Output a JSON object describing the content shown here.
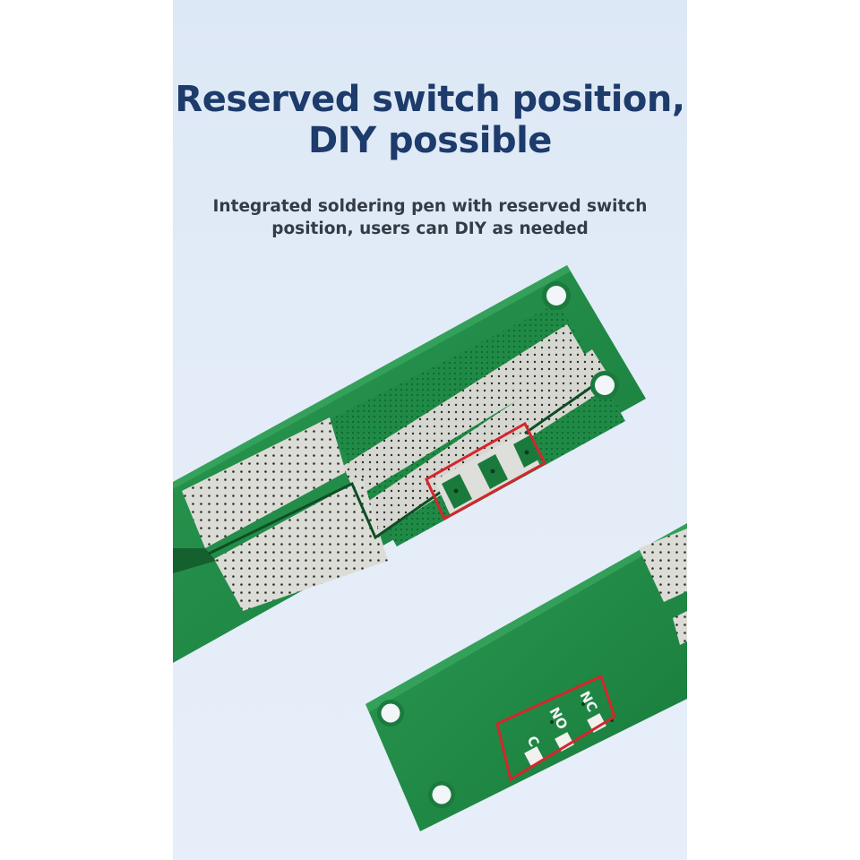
{
  "headline": {
    "line1": "Reserved switch position,",
    "line2": "DIY possible"
  },
  "subheadline": {
    "line1": "Integrated soldering pen with reserved switch",
    "line2": "position, users can DIY as needed"
  },
  "board_labels": {
    "c": "C",
    "no": "NO",
    "nc": "NC"
  },
  "colors": {
    "background": "#e3ecf8",
    "headline": "#1d3b6b",
    "subheadline": "#343b45",
    "pcb_green": "#1f8a45",
    "pcb_dark": "#166d35",
    "pad_silver": "#d9d9d4",
    "highlight_red": "#d4262c"
  }
}
